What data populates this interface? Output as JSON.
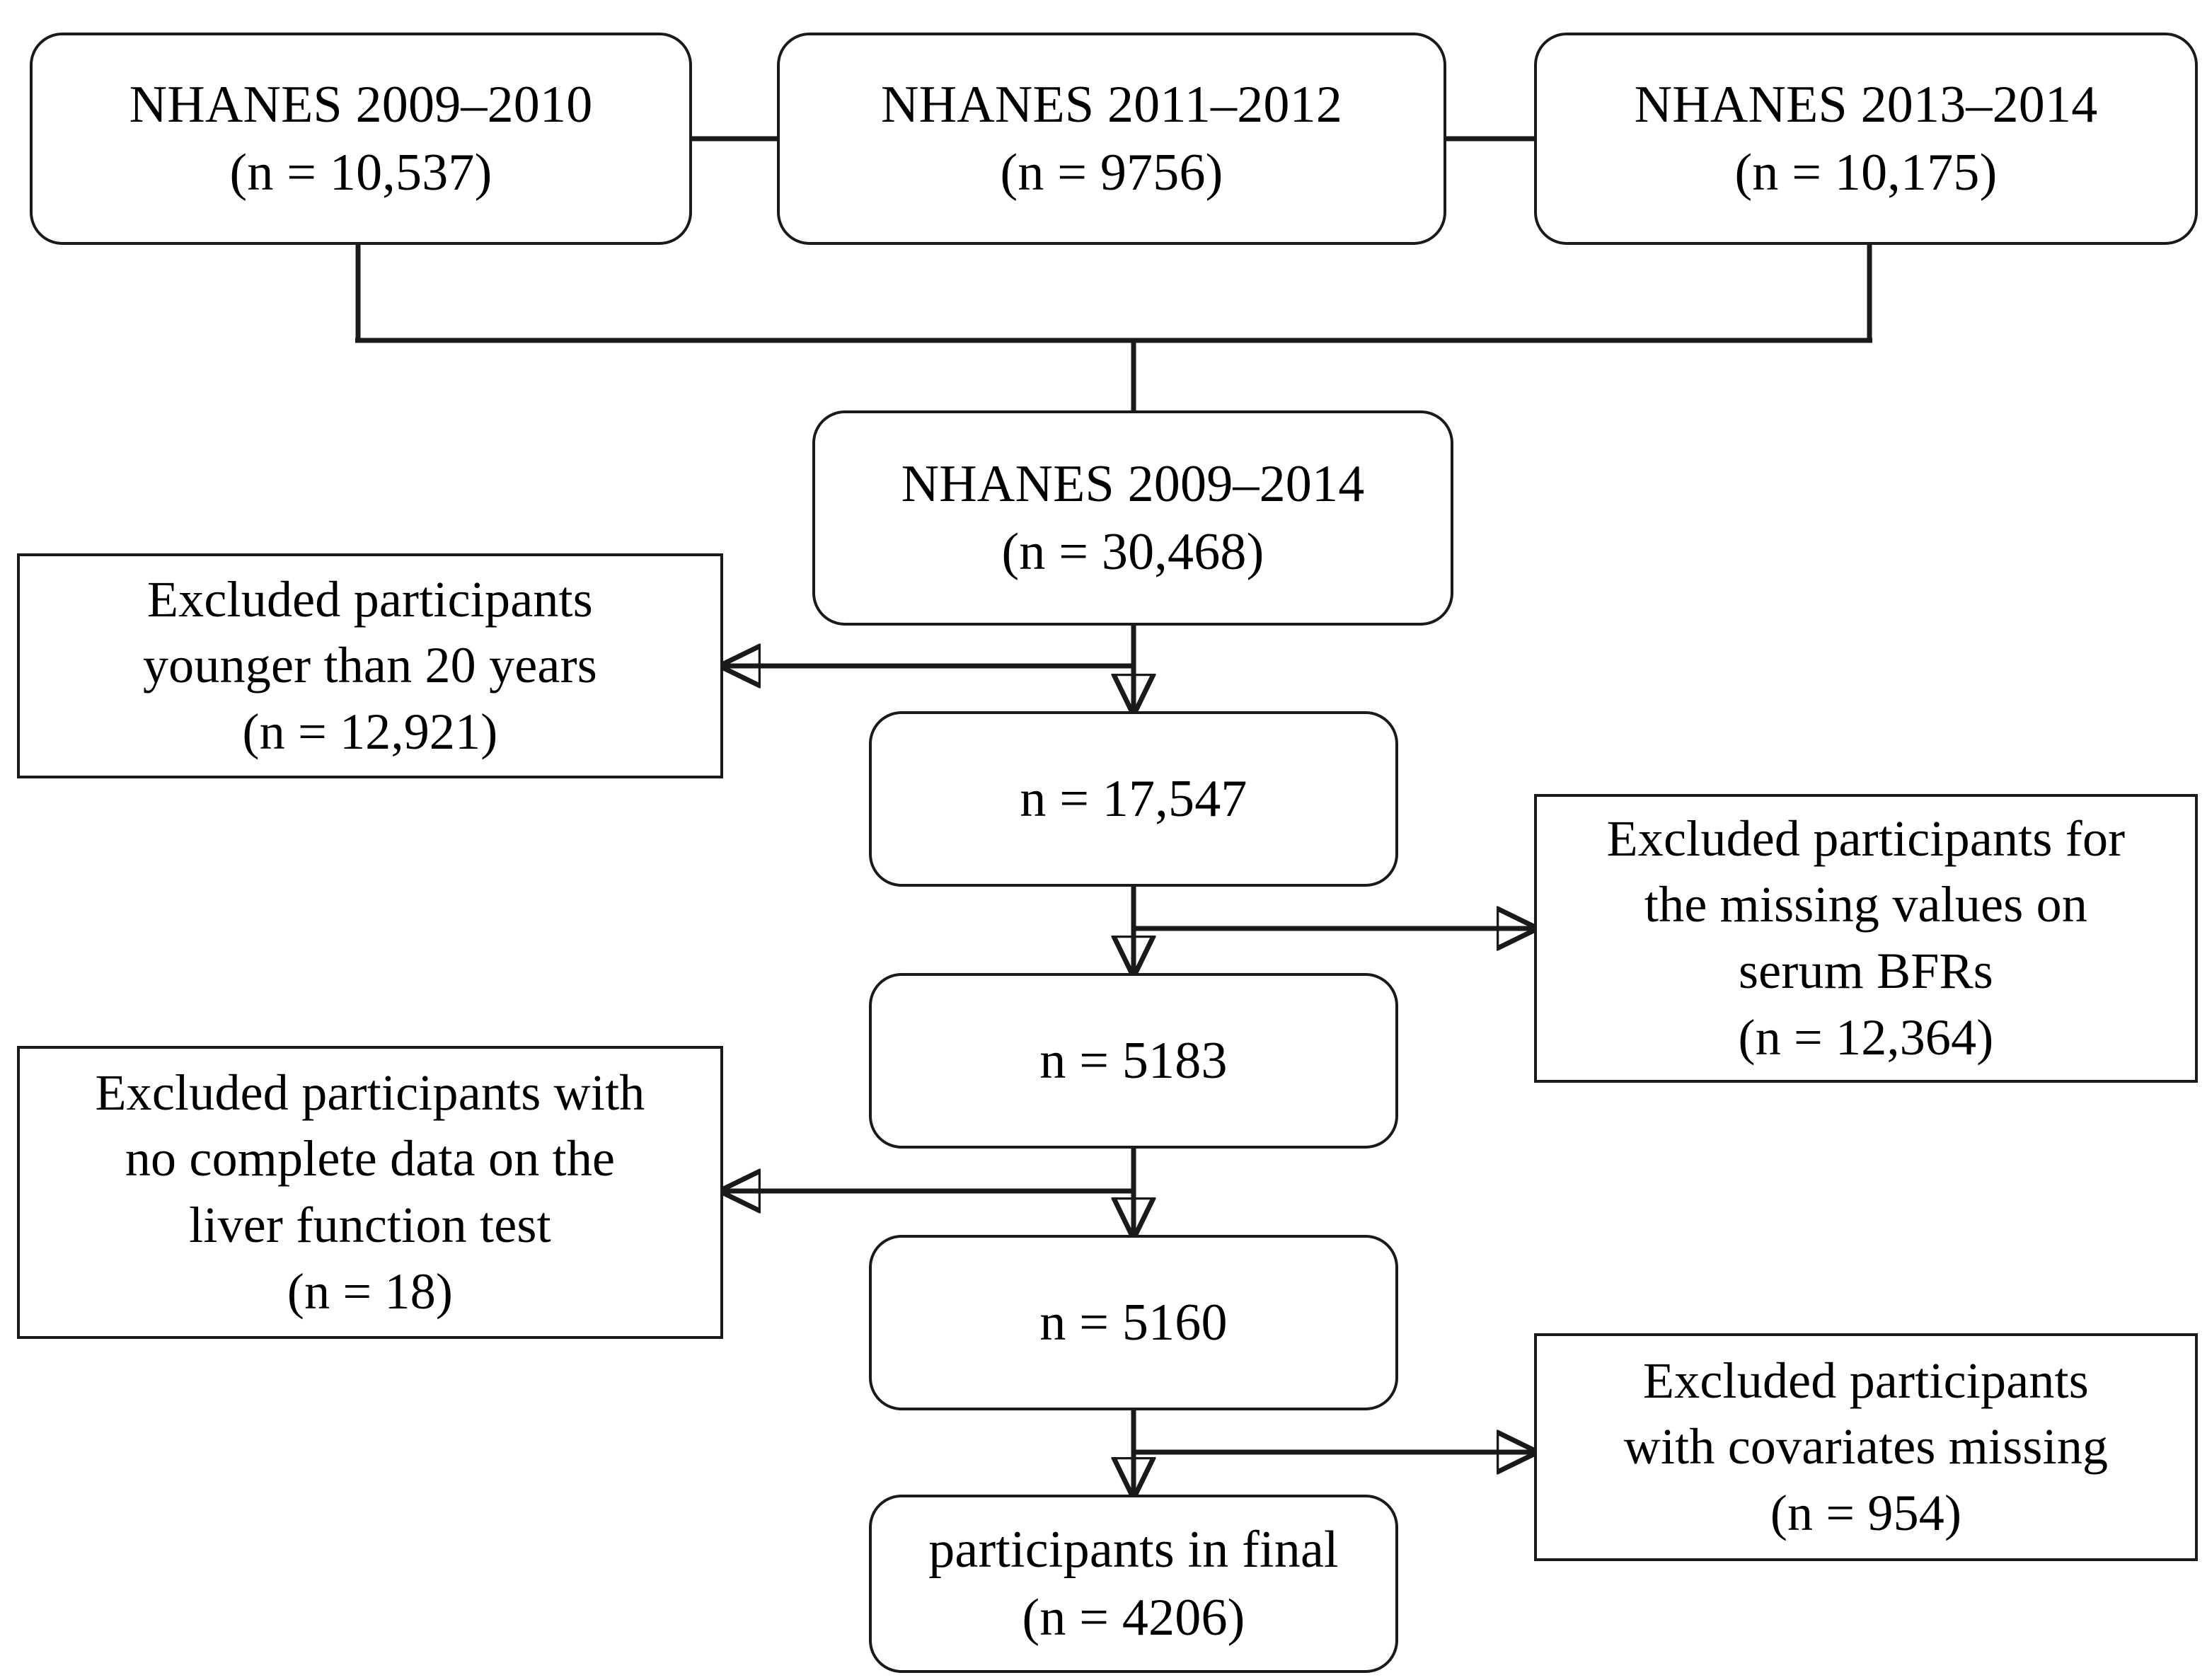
{
  "diagram": {
    "title": "NHANES participant selection flow",
    "line_color": "#1a1a1a",
    "box_fill": "#ffffff"
  },
  "cohorts": [
    {
      "id": "nhanes-2009-2010",
      "line1": "NHANES 2009–2010",
      "line2": "(n = 10,537)"
    },
    {
      "id": "nhanes-2011-2012",
      "line1": "NHANES 2011–2012",
      "line2": "(n = 9756)"
    },
    {
      "id": "nhanes-2013-2014",
      "line1": "NHANES 2013–2014",
      "line2": "(n = 10,175)"
    }
  ],
  "combined": {
    "id": "nhanes-2009-2014",
    "line1": "NHANES 2009–2014",
    "line2": "(n = 30,468)"
  },
  "remaining": [
    {
      "id": "remaining-17547",
      "line1": "n = 17,547"
    },
    {
      "id": "remaining-5183",
      "line1": "n = 5183"
    },
    {
      "id": "remaining-5160",
      "line1": "n = 5160"
    }
  ],
  "final": {
    "id": "participants-final",
    "line1": "participants in final",
    "line2": "(n = 4206)"
  },
  "exclusions": [
    {
      "id": "excluded-age",
      "side": "left",
      "line1": "Excluded participants",
      "line2": "younger than 20 years",
      "line3": "(n = 12,921)"
    },
    {
      "id": "excluded-serum-bfrs",
      "side": "right",
      "line1": "Excluded participants for",
      "line2": "the missing values on",
      "line3": "serum BFRs",
      "line4": "(n = 12,364)"
    },
    {
      "id": "excluded-liver-function",
      "side": "left",
      "line1": "Excluded participants with",
      "line2": "no complete data on the",
      "line3": "liver function test",
      "line4": "(n = 18)"
    },
    {
      "id": "excluded-covariates",
      "side": "right",
      "line1": "Excluded participants",
      "line2": "with covariates missing",
      "line3": "(n = 954)"
    }
  ]
}
